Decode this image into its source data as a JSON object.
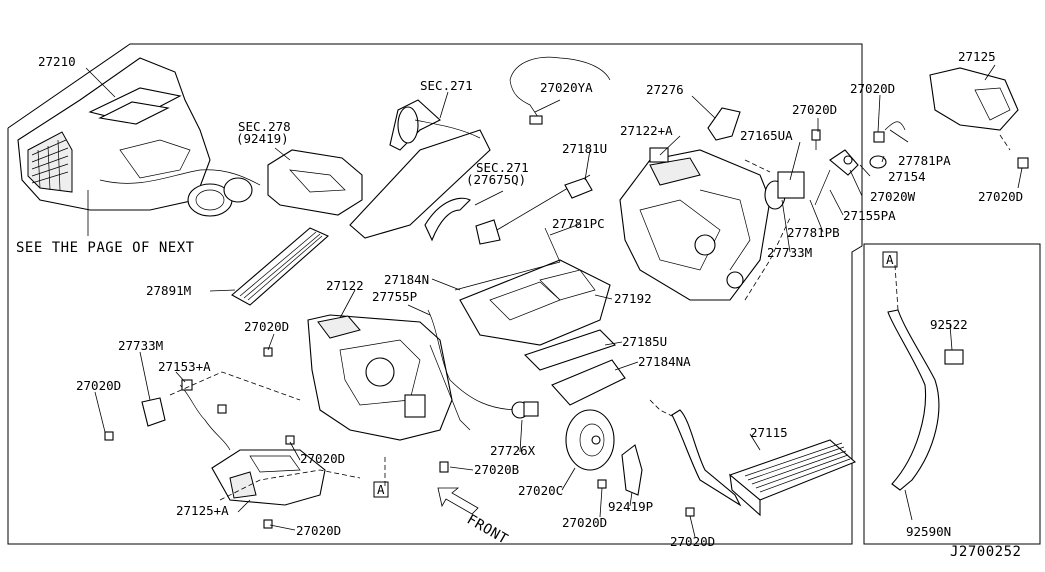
{
  "diagram_code": "J2700252",
  "note": "SEE THE PAGE OF NEXT",
  "front_label": "FRONT",
  "ref_a": "A",
  "labels": [
    {
      "id": "l27210",
      "text": "27210"
    },
    {
      "id": "lsec278",
      "text": "SEC.278"
    },
    {
      "id": "lsec278b",
      "text": "(92419)"
    },
    {
      "id": "lsec271a",
      "text": "SEC.271"
    },
    {
      "id": "lsec271b",
      "text": "SEC.271"
    },
    {
      "id": "lsec271c",
      "text": "(27675Q)"
    },
    {
      "id": "l27020ya",
      "text": "27020YA"
    },
    {
      "id": "l27276",
      "text": "27276"
    },
    {
      "id": "l27122a",
      "text": "27122+A"
    },
    {
      "id": "l27181u",
      "text": "27181U"
    },
    {
      "id": "l27020d_1",
      "text": "27020D"
    },
    {
      "id": "l27020d_2",
      "text": "27020D"
    },
    {
      "id": "l27125",
      "text": "27125"
    },
    {
      "id": "l27165ua",
      "text": "27165UA"
    },
    {
      "id": "l27781pa",
      "text": "27781PA"
    },
    {
      "id": "l27154",
      "text": "27154"
    },
    {
      "id": "l27020w",
      "text": "27020W"
    },
    {
      "id": "l27155pa",
      "text": "27155PA"
    },
    {
      "id": "l27020d_3",
      "text": "27020D"
    },
    {
      "id": "l27781pb",
      "text": "27781PB"
    },
    {
      "id": "l27733m_1",
      "text": "27733M"
    },
    {
      "id": "l27781pc",
      "text": "27781PC"
    },
    {
      "id": "l27891m",
      "text": "27891M"
    },
    {
      "id": "l27184n",
      "text": "27184N"
    },
    {
      "id": "l27122",
      "text": "27122"
    },
    {
      "id": "l27755p",
      "text": "27755P"
    },
    {
      "id": "l27192",
      "text": "27192"
    },
    {
      "id": "l27020d_4",
      "text": "27020D"
    },
    {
      "id": "l27185u",
      "text": "27185U"
    },
    {
      "id": "l27184na",
      "text": "27184NA"
    },
    {
      "id": "l27733m_2",
      "text": "27733M"
    },
    {
      "id": "l27153a",
      "text": "27153+A"
    },
    {
      "id": "l27020d_5",
      "text": "27020D"
    },
    {
      "id": "l27726x",
      "text": "27726X"
    },
    {
      "id": "l27020d_6",
      "text": "27020D"
    },
    {
      "id": "l27020b",
      "text": "27020B"
    },
    {
      "id": "l27115",
      "text": "27115"
    },
    {
      "id": "l27020c",
      "text": "27020C"
    },
    {
      "id": "l27125a",
      "text": "27125+A"
    },
    {
      "id": "l27020d_7",
      "text": "27020D"
    },
    {
      "id": "l92419p",
      "text": "92419P"
    },
    {
      "id": "l27020d_8",
      "text": "27020D"
    },
    {
      "id": "l27020d_9",
      "text": "27020D"
    },
    {
      "id": "l92522",
      "text": "92522"
    },
    {
      "id": "l92590n",
      "text": "92590N"
    }
  ]
}
